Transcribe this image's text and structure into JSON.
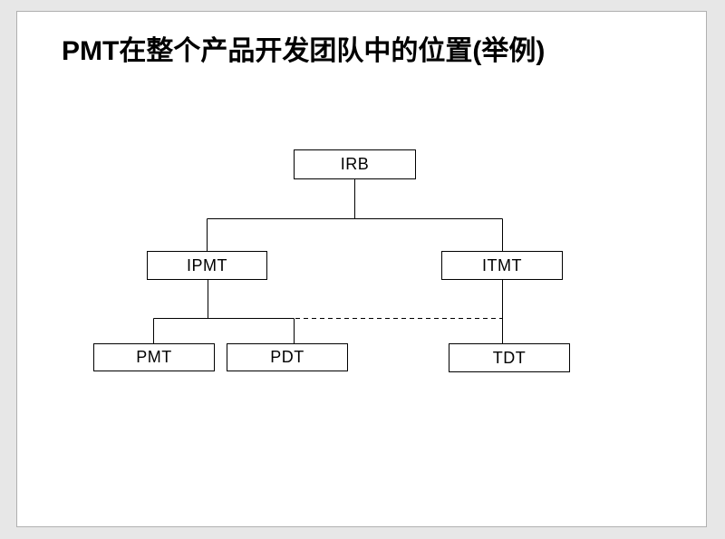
{
  "slide": {
    "title": "PMT在整个产品开发团队中的位置(举例)",
    "background_color": "#ffffff",
    "surround_color": "#e7e7e7",
    "border_color": "#b0b0b0"
  },
  "org_chart": {
    "line_color": "#000000",
    "node_fill": "#ffffff",
    "node_border_color": "#000000",
    "nodes": [
      {
        "id": "irb",
        "label": "IRB",
        "level": 1
      },
      {
        "id": "ipmt",
        "label": "IPMT",
        "level": 2
      },
      {
        "id": "itmt",
        "label": "ITMT",
        "level": 2
      },
      {
        "id": "pmt",
        "label": "PMT",
        "level": 3
      },
      {
        "id": "pdt",
        "label": "PDT",
        "level": 3
      },
      {
        "id": "tdt",
        "label": "TDT",
        "level": 3
      }
    ],
    "edges": [
      {
        "from": "IRB",
        "to": "IPMT",
        "style": "solid"
      },
      {
        "from": "IRB",
        "to": "ITMT",
        "style": "solid"
      },
      {
        "from": "IPMT",
        "to": "PMT",
        "style": "solid"
      },
      {
        "from": "IPMT",
        "to": "PDT",
        "style": "solid"
      },
      {
        "from": "ITMT",
        "to": "TDT",
        "style": "solid"
      },
      {
        "from": "IPMT",
        "to": "TDT",
        "style": "dashed"
      }
    ]
  }
}
